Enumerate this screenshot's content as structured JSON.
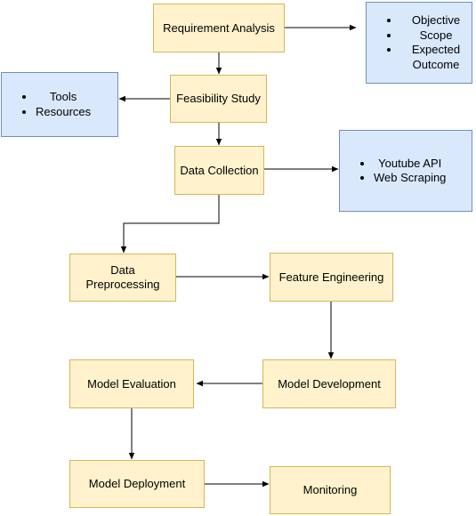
{
  "colors": {
    "process_fill": "#fff2cc",
    "process_stroke": "#d6b656",
    "note_fill": "#dae8fc",
    "note_stroke": "#6c8ebf",
    "edge": "#000000"
  },
  "steps": {
    "requirement_analysis": "Requirement Analysis",
    "feasibility_study": "Feasibility Study",
    "data_collection": "Data Collection",
    "data_preprocessing": "Data\nPreprocessing",
    "feature_engineering": "Feature Engineering",
    "model_development": "Model Development",
    "model_evaluation": "Model Evaluation",
    "model_deployment": "Model Deployment",
    "monitoring": "Monitoring"
  },
  "notes": {
    "requirement_items": [
      "Objective",
      "Scope",
      "Expected Outcome"
    ],
    "feasibility_items": [
      "Tools",
      "Resources"
    ],
    "collection_items": [
      "Youtube API",
      "Web Scraping"
    ]
  }
}
